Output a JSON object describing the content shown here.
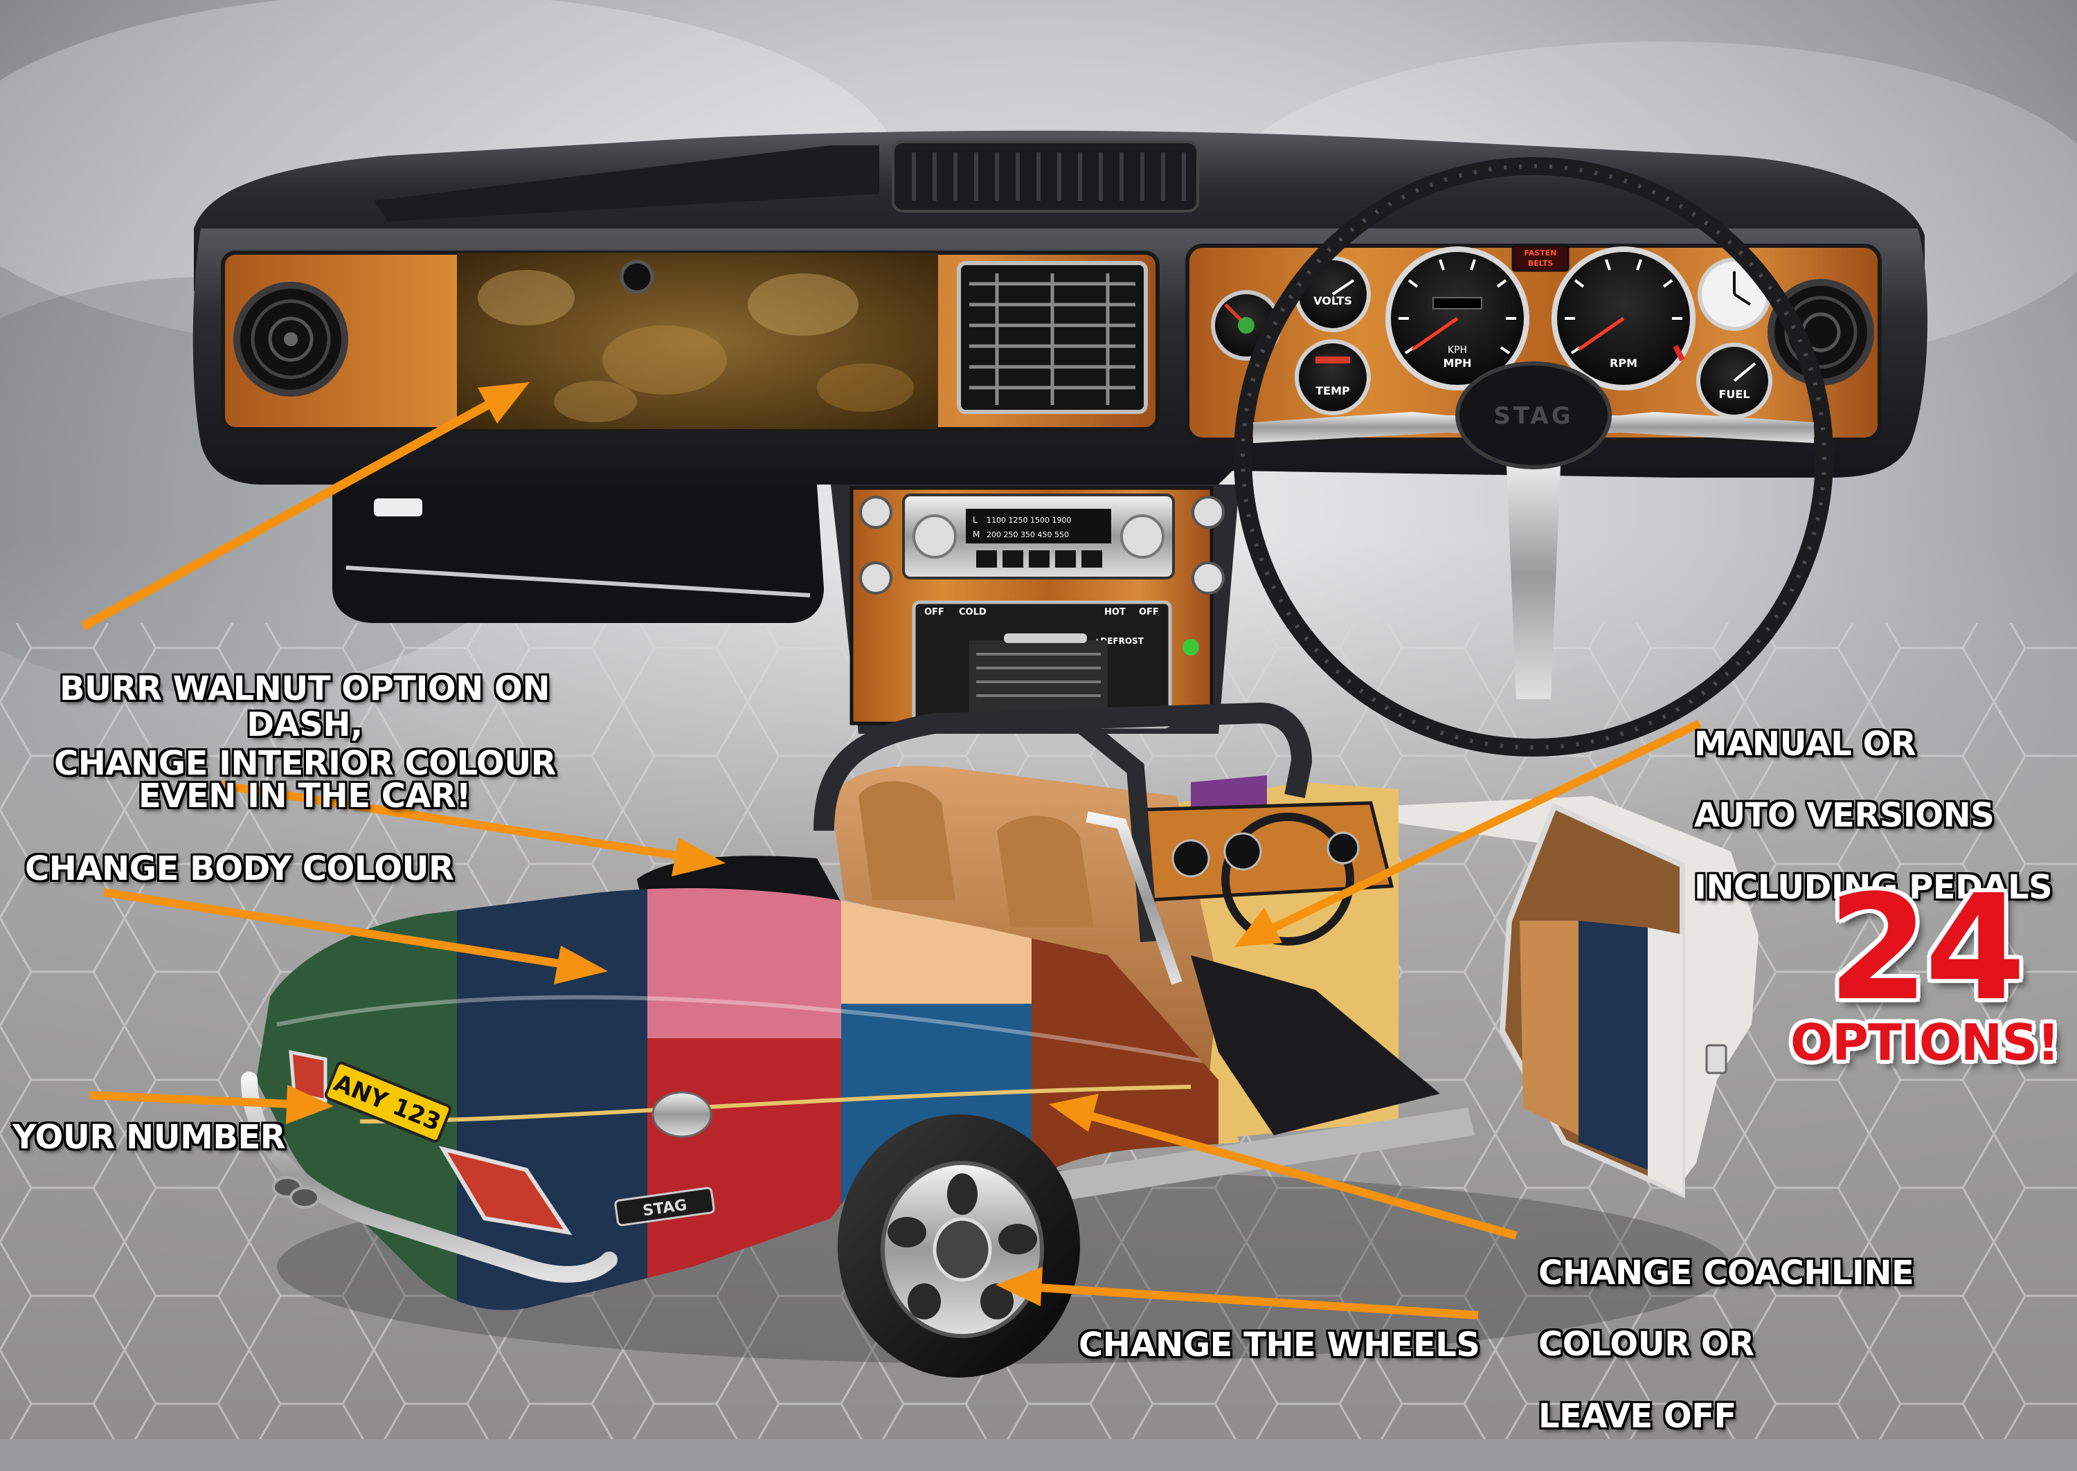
{
  "callouts": {
    "burr_walnut": [
      "BURR WALNUT OPTION ON DASH,",
      "EVEN IN THE CAR!"
    ],
    "interior_colour": "CHANGE INTERIOR COLOUR",
    "body_colour": "CHANGE BODY COLOUR",
    "your_number": "YOUR NUMBER",
    "manual_auto": [
      "MANUAL OR",
      "AUTO VERSIONS",
      "INCLUDING PEDALS"
    ],
    "coachline": [
      "CHANGE COACHLINE",
      "COLOUR OR",
      "LEAVE OFF"
    ],
    "wheels": "CHANGE THE WHEELS"
  },
  "badge": {
    "number": "24",
    "text": "OPTIONS!"
  },
  "plate": "ANY 123",
  "dash_badge": "STAG",
  "rear_badge": "STAG",
  "warning_light": [
    "FASTEN",
    "BELTS"
  ],
  "gauges": {
    "volts": "VOLTS",
    "temp": "TEMP",
    "speedo": "MPH",
    "speedo_sub": "KPH",
    "tacho": "RPM",
    "fuel": "FUEL"
  },
  "heater_controls": {
    "off_left": "OFF",
    "cold": "COLD",
    "hot": "HOT",
    "off_right": "OFF",
    "defrost": "▲DEFROST"
  },
  "radio": {
    "band_l": "L",
    "band_m": "M",
    "scale_l": [
      "1100",
      "1250",
      "1500",
      "1900"
    ],
    "scale_m": [
      "200",
      "250",
      "350",
      "450",
      "550"
    ]
  },
  "colors": {
    "arrow": "#f5920f",
    "badge_red": "#e3121b",
    "label_text": "#ffffff",
    "walnut_light": "#c97a2a",
    "walnut_burr": "#6b4a1c",
    "dash_vinyl": "#2a2b2e",
    "body_green": "#2f5a3a",
    "body_navy": "#1f3450",
    "body_pink": "#d9738a",
    "body_red": "#b8262a",
    "body_blue": "#1e5a8a",
    "body_brown": "#8a3a1a",
    "body_yellow": "#e8c06a",
    "body_purple": "#7a3a8a",
    "body_white": "#e8e6e2",
    "interior_tan": "#c98a4e"
  },
  "icons": [
    "vent-icon",
    "gauge-icon",
    "steering-wheel-icon",
    "wheel-icon",
    "arrow-icon"
  ]
}
